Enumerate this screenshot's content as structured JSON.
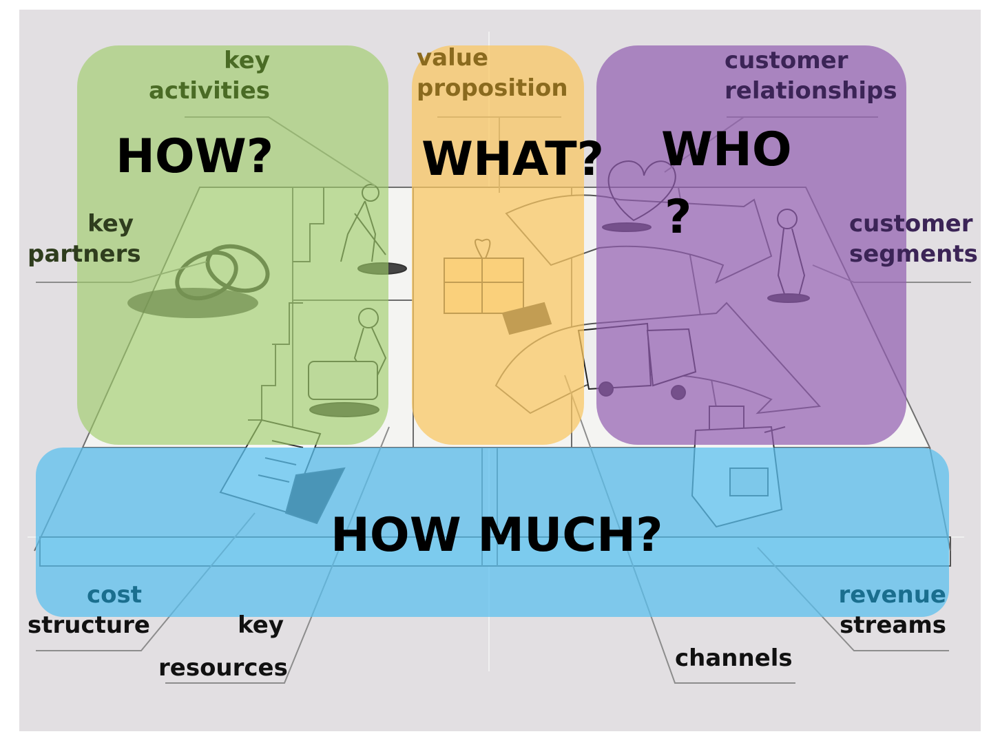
{
  "colors": {
    "background": "#e2dfe2",
    "green_zone": "#9dcb66",
    "orange_zone": "#f9c660",
    "purple_zone": "#925cb0",
    "blue_zone": "#57bfef",
    "green_text": "#4a6b25",
    "orange_text": "#8a6a1e",
    "purple_text": "#3b2456",
    "blue_text": "#1a6e8e"
  },
  "zones": {
    "how": "HOW?",
    "what": "WHAT?",
    "who_line1": "WHO",
    "who_line2": "?",
    "how_much": "HOW MUCH?"
  },
  "labels": {
    "key_activities": [
      "key",
      "activities"
    ],
    "value_proposition": [
      "value",
      "proposition"
    ],
    "customer_relationships": [
      "customer",
      "relationships"
    ],
    "key_partners": [
      "key",
      "partners"
    ],
    "customer_segments": [
      "customer",
      "segments"
    ],
    "cost_structure": [
      "cost",
      "structure"
    ],
    "key_resources": [
      "key",
      "resources"
    ],
    "channels": "channels",
    "revenue_streams": [
      "revenue",
      "streams"
    ]
  },
  "icons": [
    "rings-icon",
    "worker-shovel-icon",
    "worker-machine-icon",
    "gift-box-icon",
    "heart-icon",
    "person-icon",
    "truck-icon",
    "cash-register-icon",
    "receipt-icon"
  ]
}
